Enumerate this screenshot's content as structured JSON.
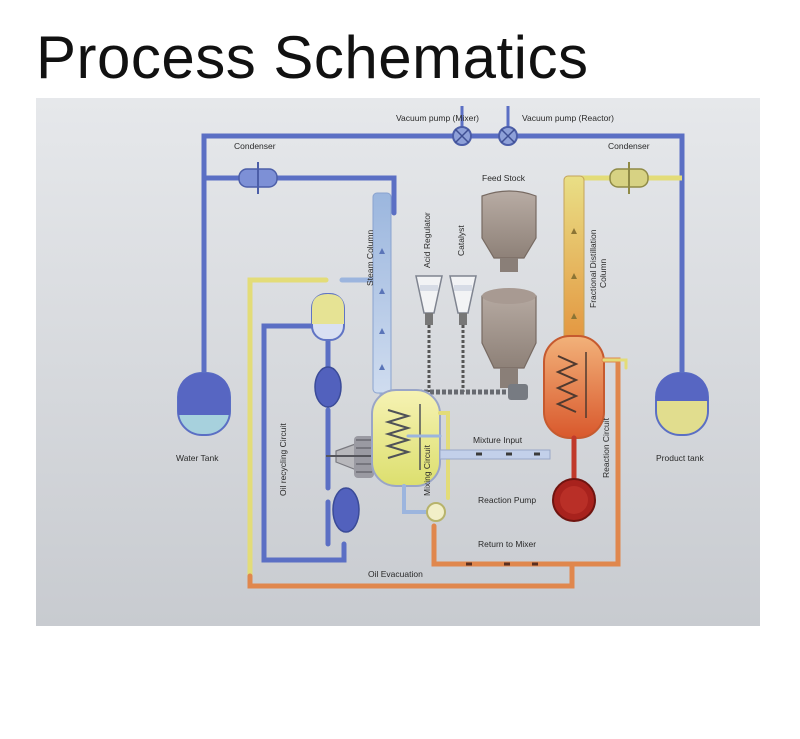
{
  "title": "Process Schematics",
  "labels": {
    "vacuum_mixer": "Vacuum pump (Mixer)",
    "vacuum_reactor": "Vacuum pump (Reactor)",
    "condenser_left": "Condenser",
    "condenser_right": "Condenser",
    "feed_stock": "Feed Stock",
    "acid_regulator": "Acid Regulator",
    "catalyst": "Catalyst",
    "steam_column": "Steam Column",
    "fractional_distillation": [
      "Fractional Distillation",
      "Column"
    ],
    "water_tank": "Water Tank",
    "product_tank": "Product tank",
    "oil_recycling": "Oil recycling Circuit",
    "mixing_circuit": "Mixing Circuit",
    "reaction_circuit": "Reaction Circuit",
    "mixture_input": "Mixture Input",
    "reaction_pump": "Reaction Pump",
    "return_to_mixer": "Return to Mixer",
    "oil_evacuation": "Oil Evacuation"
  },
  "colors": {
    "background_top": "#e4e6e9",
    "background_bottom": "#c9ccd1",
    "water_blue": "#5b6fc4",
    "yellow": "#e5e08f",
    "orange": "#e0874d",
    "red": "#b02a22",
    "grey_hopper": "#9c8f87"
  }
}
